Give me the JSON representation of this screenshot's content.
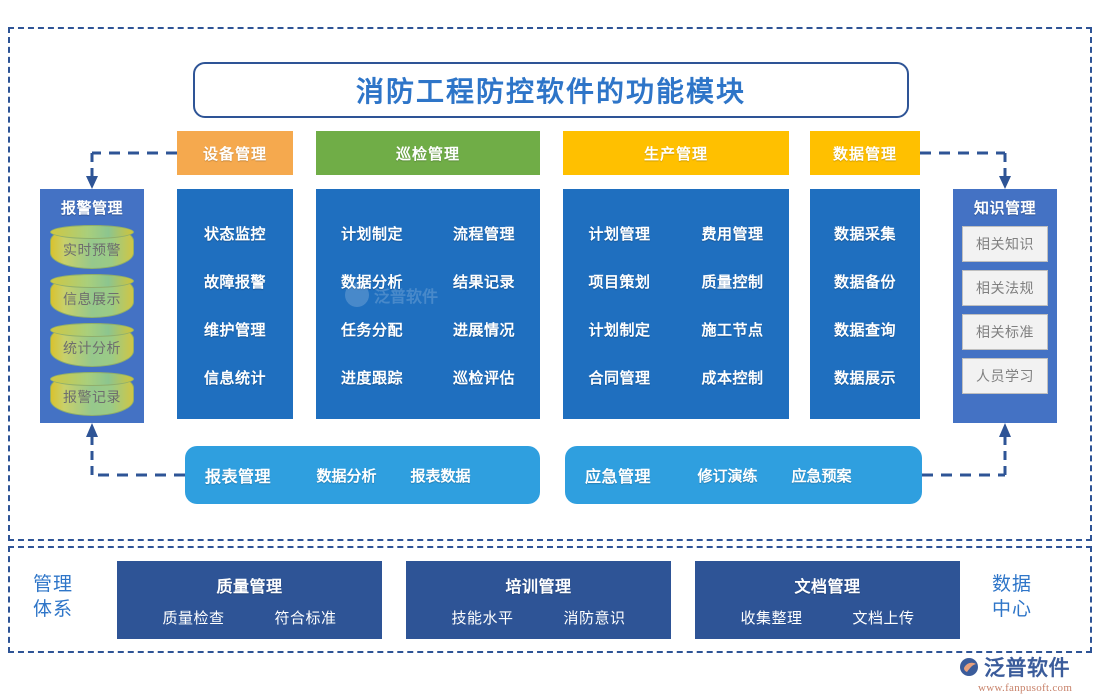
{
  "title": "消防工程防控软件的功能模块",
  "tabs": [
    {
      "label": "设备管理",
      "color": "#F5A94E"
    },
    {
      "label": "巡检管理",
      "color": "#70AD47"
    },
    {
      "label": "生产管理",
      "color": "#FFC000"
    },
    {
      "label": "数据管理",
      "color": "#FFC000"
    }
  ],
  "columns": [
    {
      "rows": [
        [
          "状态监控"
        ],
        [
          "故障报警"
        ],
        [
          "维护管理"
        ],
        [
          "信息统计"
        ]
      ]
    },
    {
      "rows": [
        [
          "计划制定",
          "流程管理"
        ],
        [
          "数据分析",
          "结果记录"
        ],
        [
          "任务分配",
          "进展情况"
        ],
        [
          "进度跟踪",
          "巡检评估"
        ]
      ]
    },
    {
      "rows": [
        [
          "计划管理",
          "费用管理"
        ],
        [
          "项目策划",
          "质量控制"
        ],
        [
          "计划制定",
          "施工节点"
        ],
        [
          "合同管理",
          "成本控制"
        ]
      ]
    },
    {
      "rows": [
        [
          "数据采集"
        ],
        [
          "数据备份"
        ],
        [
          "数据查询"
        ],
        [
          "数据展示"
        ]
      ]
    }
  ],
  "alarm_panel": {
    "title": "报警管理",
    "items": [
      "实时预警",
      "信息展示",
      "统计分析",
      "报警记录"
    ]
  },
  "knowledge_panel": {
    "title": "知识管理",
    "items": [
      "相关知识",
      "相关法规",
      "相关标准",
      "人员学习"
    ]
  },
  "bars": [
    {
      "title": "报表管理",
      "items": [
        "数据分析",
        "报表数据"
      ]
    },
    {
      "title": "应急管理",
      "items": [
        "修订演练",
        "应急预案"
      ]
    }
  ],
  "bottom": {
    "left_label": "管理\n体系",
    "left_label_lines": [
      "管理",
      "体系"
    ],
    "right_label_lines": [
      "数据",
      "中心"
    ],
    "boxes": [
      {
        "title": "质量管理",
        "items": [
          "质量检查",
          "符合标准"
        ]
      },
      {
        "title": "培训管理",
        "items": [
          "技能水平",
          "消防意识"
        ]
      },
      {
        "title": "文档管理",
        "items": [
          "收集整理",
          "文档上传"
        ]
      }
    ]
  },
  "watermark": {
    "text": "泛普软件"
  },
  "logo": {
    "name": "泛普软件",
    "url": "www.fanpusoft.com"
  },
  "colors": {
    "navy": "#2E5496",
    "title_blue": "#2E75C8",
    "column_blue": "#1F6FBF",
    "panel_blue": "#4472C4",
    "bar_blue": "#2F9FDF"
  }
}
